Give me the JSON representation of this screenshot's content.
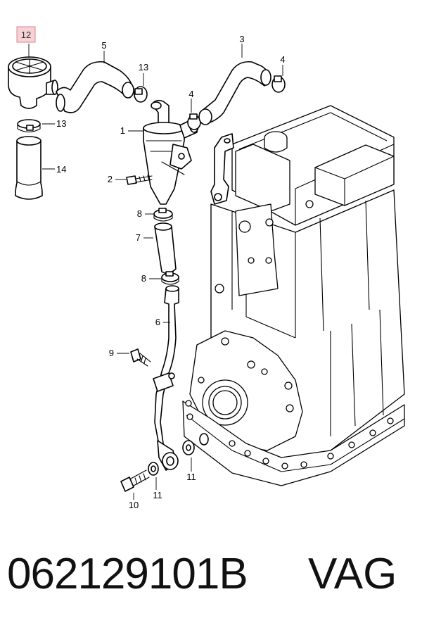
{
  "diagram": {
    "highlighted_callout": "12",
    "callouts": {
      "c1": "1",
      "c2": "2",
      "c3": "3",
      "c4a": "4",
      "c4b": "4",
      "c5": "5",
      "c6": "6",
      "c7": "7",
      "c8a": "8",
      "c8b": "8",
      "c9": "9",
      "c10": "10",
      "c11a": "11",
      "c11b": "11",
      "c13a": "13",
      "c13b": "13",
      "c14": "14"
    }
  },
  "footer": {
    "part_number": "062129101B",
    "brand": "VAG"
  },
  "colors": {
    "highlight_fill": "#f6d2d6",
    "highlight_border": "#d9848f",
    "line": "#000000"
  }
}
